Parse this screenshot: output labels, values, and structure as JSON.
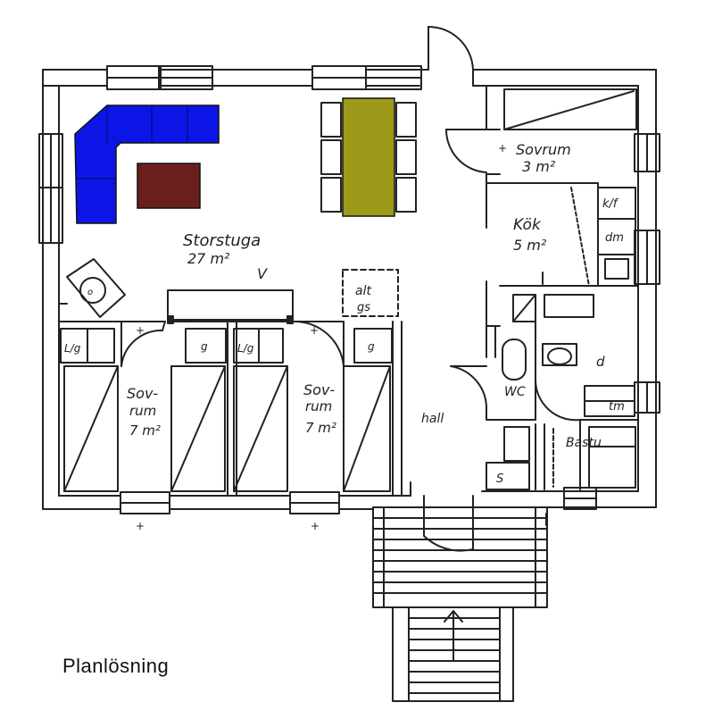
{
  "caption": "Planlösning",
  "colors": {
    "sofa": "#0b16e6",
    "rug": "#6a1f1d",
    "dining_table": "#9c9a18",
    "ink": "#222222"
  },
  "rooms": {
    "living": {
      "name": "Storstuga",
      "area": "27 m²"
    },
    "bedroom_ne": {
      "name": "Sovrum",
      "area": "3 m²"
    },
    "kitchen": {
      "name": "Kök",
      "area": "5 m²"
    },
    "bedroom_1": {
      "name_a": "Sov-",
      "name_b": "rum",
      "area": "7 m²"
    },
    "bedroom_2": {
      "name_a": "Sov-",
      "name_b": "rum",
      "area": "7 m²"
    },
    "wc": {
      "name": "WC"
    },
    "hall": {
      "name": "hall"
    },
    "bastu": {
      "name": "Bastu"
    }
  },
  "labels": {
    "kf": "k/f",
    "dm": "dm",
    "tv": "V",
    "alt_a": "alt",
    "alt_b": "gs",
    "lg_1": "L/g",
    "g_1": "g",
    "lg_2": "L/g",
    "g_2": "g",
    "d": "d",
    "tm": "tm",
    "s": "S",
    "stove": "o",
    "plus_top": "+",
    "plus_bed1": "+",
    "plus_bed2": "+",
    "plus_bottom1": "+",
    "plus_bottom2": "+",
    "sq_label": "m²"
  }
}
